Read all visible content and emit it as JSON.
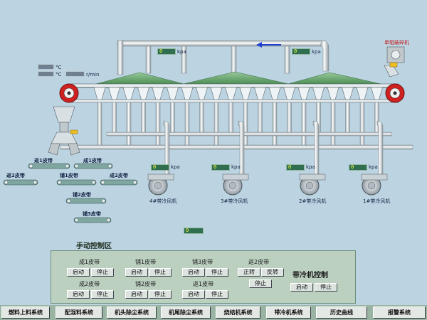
{
  "units": {
    "pressure": "kpa",
    "temp": "°C",
    "speed": "r/min"
  },
  "readings": {
    "main_pressure_left": "0",
    "main_pressure_right": "0",
    "fan4_pressure": "0",
    "fan3_pressure": "0",
    "fan2_pressure": "0",
    "fan1_pressure": "0",
    "bottom_value": "0"
  },
  "crusher_label": "单辊破碎机",
  "fans": [
    {
      "label": "4#带冷风机"
    },
    {
      "label": "3#带冷风机"
    },
    {
      "label": "2#带冷风机"
    },
    {
      "label": "1#带冷风机"
    }
  ],
  "belts": {
    "cheng1": "成1皮带",
    "cheng2": "成2皮带",
    "fan1": "返1皮带",
    "fan2": "返2皮带",
    "fu1": "铺1皮带",
    "fu2": "铺2皮带",
    "fu3": "铺3皮带"
  },
  "manual_panel": {
    "title": "手动控制区",
    "groups": {
      "cheng1": "成1皮带",
      "fu1": "铺1皮带",
      "fu3": "铺3皮带",
      "fan2": "返2皮带",
      "cheng2": "成2皮带",
      "fu2": "铺2皮带",
      "fan1": "返1皮带"
    },
    "start": "启动",
    "stop": "停止",
    "forward": "正转",
    "reverse": "反转",
    "cooler_title": "带冷机控制"
  },
  "nav": [
    "燃料上料系统",
    "配混料系统",
    "机头除尘系统",
    "机尾除尘系统",
    "烧结机系统",
    "带冷机系统",
    "历史曲线",
    "报警系统"
  ],
  "colors": {
    "background": "#bcd4e2",
    "hood": "#5c9c64",
    "pipe": "#dfe6e9",
    "accent_red": "#d02020",
    "flow_arrow": "#1e3fd0"
  }
}
